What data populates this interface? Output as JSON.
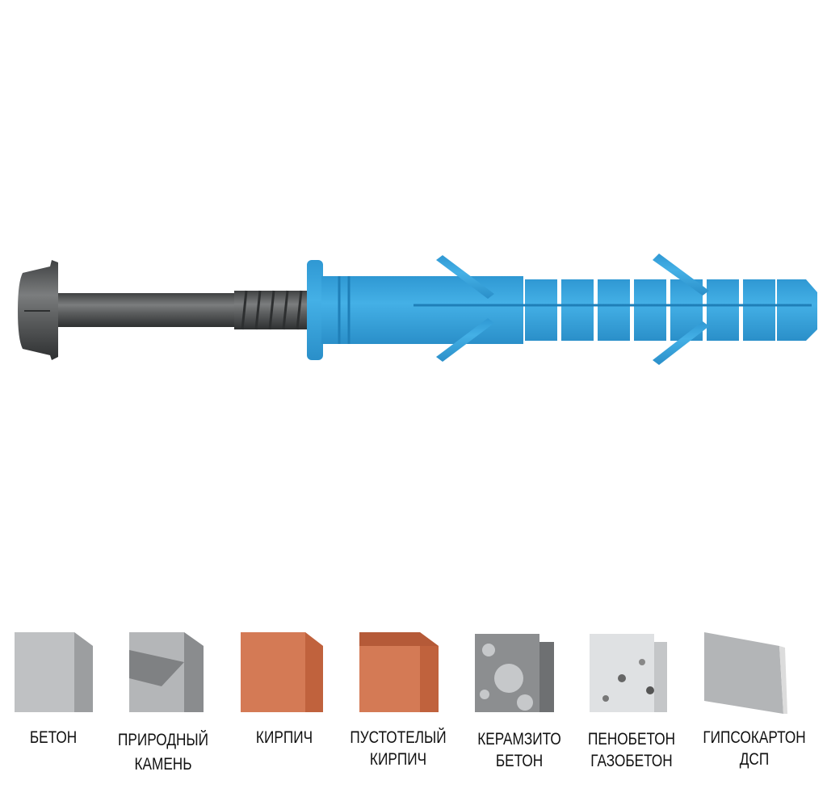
{
  "product": {
    "plug_color": "#3aa7df",
    "screw_color": "#5d5f60"
  },
  "materials": [
    {
      "line1": "БЕТОН",
      "line2": "",
      "icon": "concrete-block"
    },
    {
      "line1": "ПРИРОДНЫЙ",
      "line2": "КАМЕНЬ",
      "icon": "natural-stone-block"
    },
    {
      "line1": "КИРПИЧ",
      "line2": "",
      "icon": "brick"
    },
    {
      "line1": "ПУСТОТЕЛЫЙ",
      "line2": "КИРПИЧ",
      "icon": "hollow-brick"
    },
    {
      "line1": "КЕРАМЗИТО",
      "line2": "БЕТОН",
      "icon": "expanded-clay-concrete"
    },
    {
      "line1": "ПЕНОБЕТОН",
      "line2": "ГАЗОБЕТОН",
      "icon": "foam-concrete"
    },
    {
      "line1": "ГИПСОКАРТОН",
      "line2": "ДСП",
      "icon": "drywall-panel"
    }
  ]
}
